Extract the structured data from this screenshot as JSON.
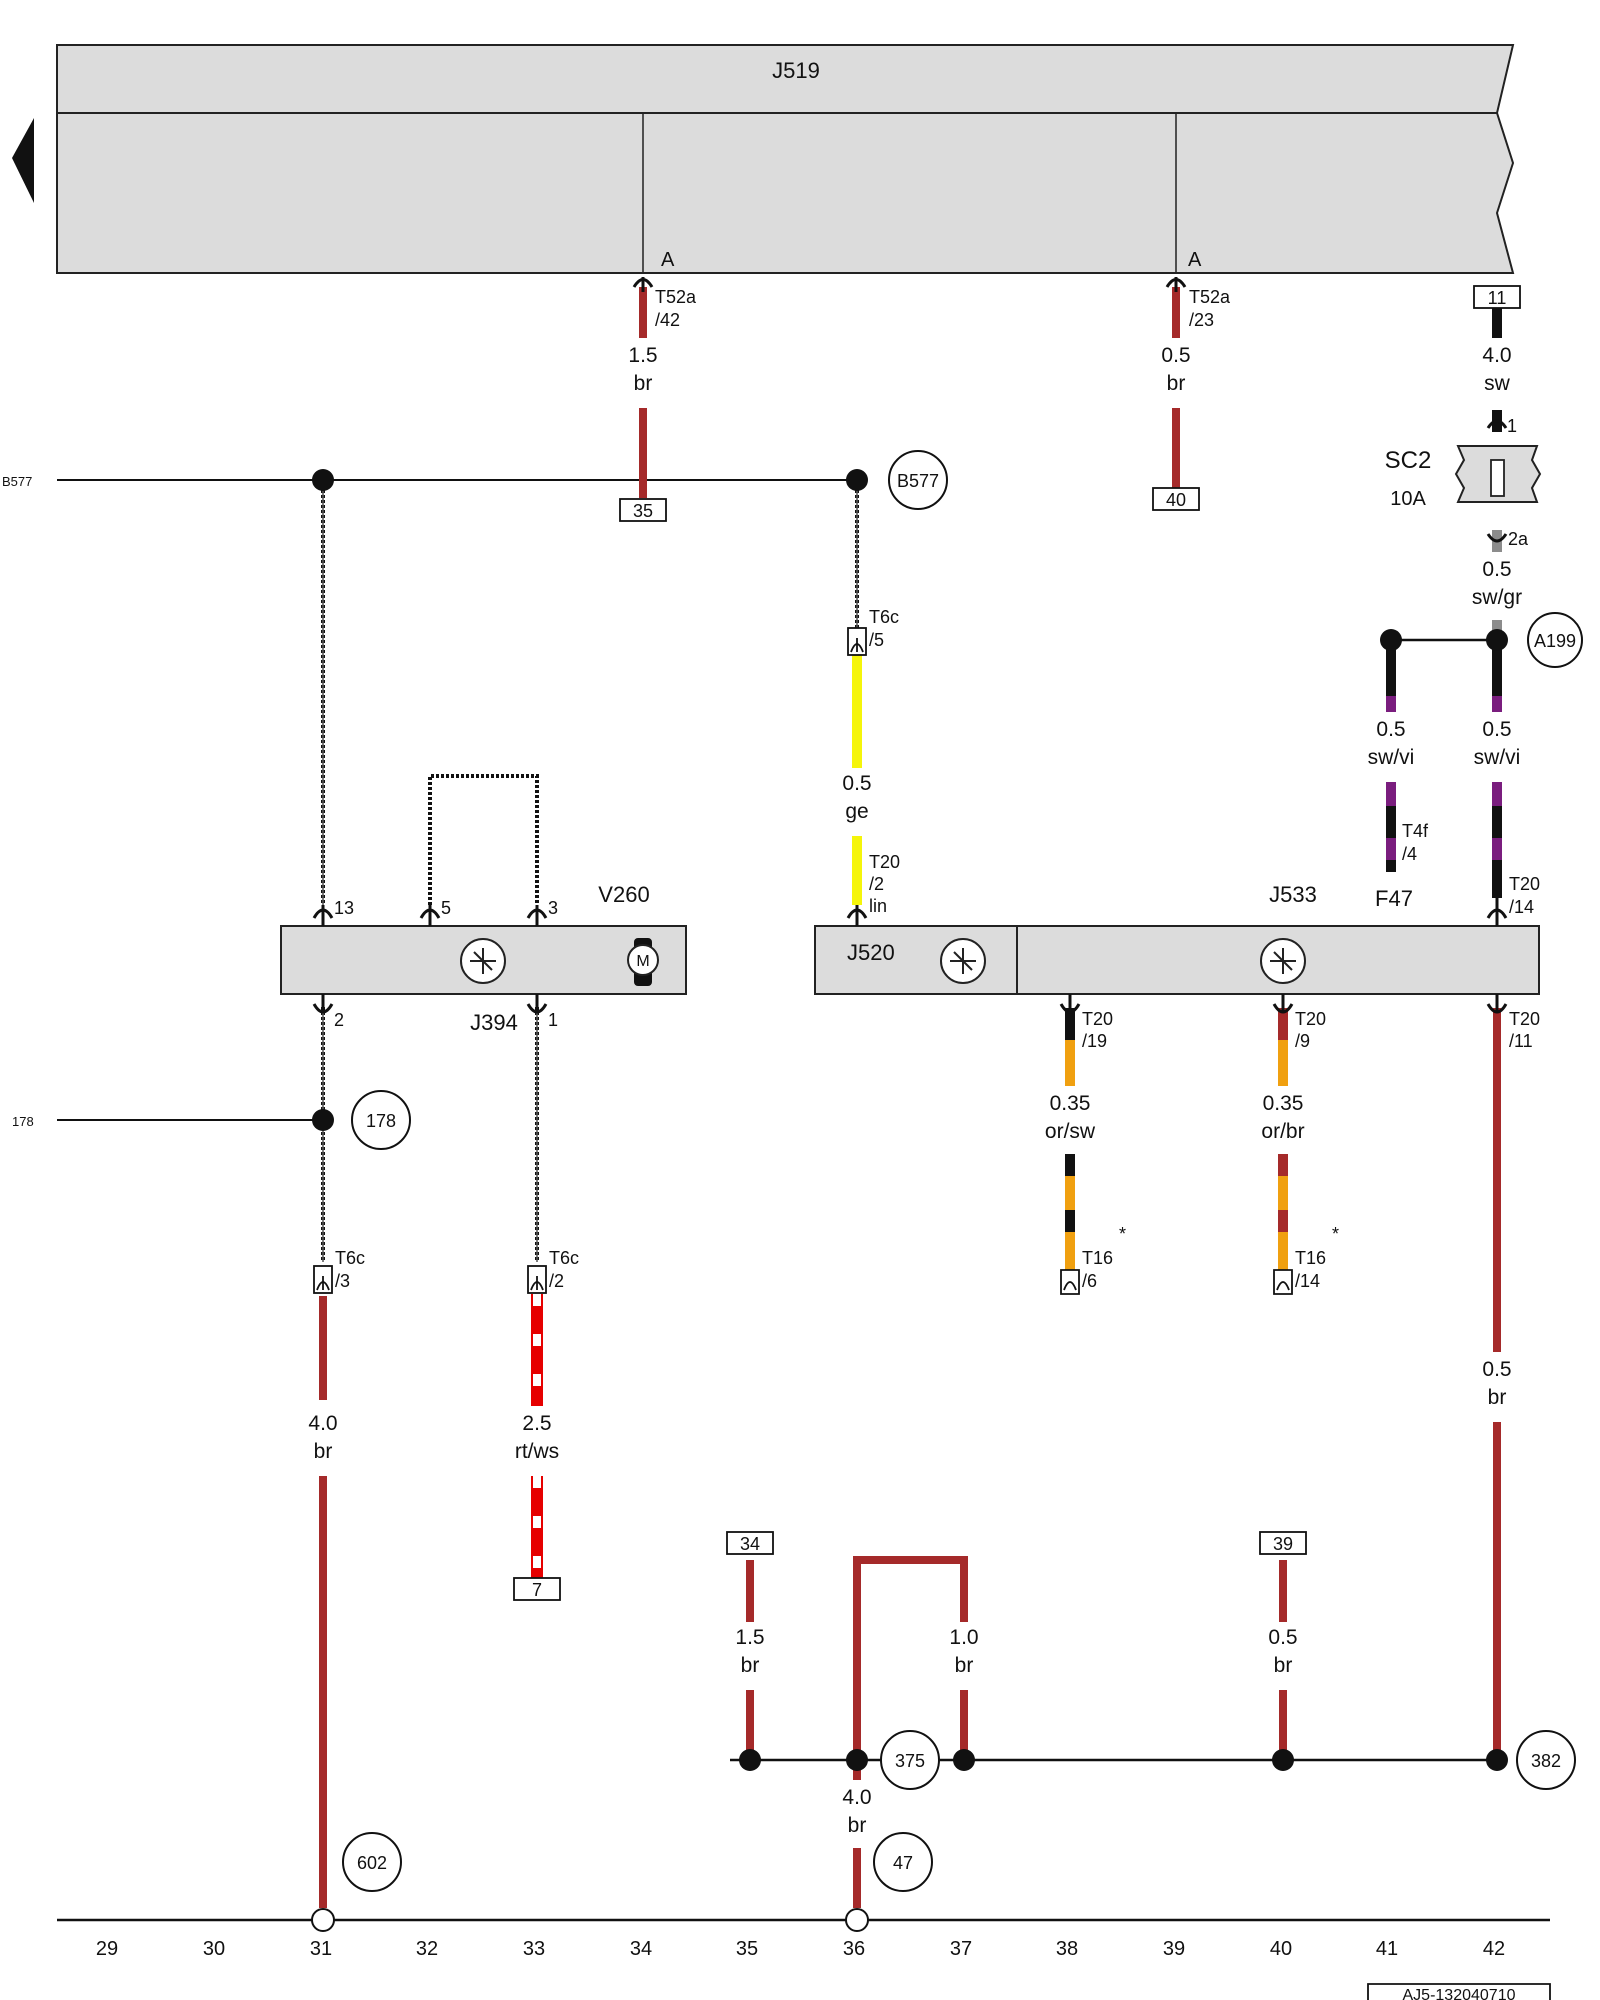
{
  "colors": {
    "br": "#a52a2a",
    "sw": "#111111",
    "gr": "#8c8c8c",
    "vi": "#7a1d7e",
    "ge": "#f5f50a",
    "or": "#f0a010",
    "rt": "#e60000",
    "ws": "#ffffff",
    "module_fill": "#dcdcdc"
  },
  "control_unit": {
    "name": "J519",
    "pin_a_label": "A"
  },
  "components": {
    "v260": "V260",
    "j394": "J394",
    "j520": "J520",
    "j533": "J533",
    "f47": "F47",
    "sc2": "SC2",
    "sc2_rating": "10A",
    "sc2_pin1": "1",
    "sc2_pin2a": "2a",
    "motor_symbol": "M"
  },
  "connectors": {
    "t52a_42": [
      "T52a",
      "/42"
    ],
    "t52a_23": [
      "T52a",
      "/23"
    ],
    "t6c_5": [
      "T6c",
      "/5"
    ],
    "t6c_3": [
      "T6c",
      "/3"
    ],
    "t6c_2": [
      "T6c",
      "/2"
    ],
    "t20_2": [
      "T20",
      "/2",
      "lin"
    ],
    "t20_14": [
      "T20",
      "/14"
    ],
    "t20_19": [
      "T20",
      "/19"
    ],
    "t20_9": [
      "T20",
      "/9"
    ],
    "t20_11": [
      "T20",
      "/11"
    ],
    "t4f_4": [
      "T4f",
      "/4"
    ],
    "t16_6": [
      "T16",
      "/6"
    ],
    "t16_14": [
      "T16",
      "/14"
    ],
    "asterisk": "*"
  },
  "pins": {
    "v260_13": "13",
    "v260_5": "5",
    "v260_3": "3",
    "j394_2": "2",
    "j394_1": "1"
  },
  "wires": {
    "w_34_top": [
      "1.5",
      "br"
    ],
    "w_39_top": [
      "0.5",
      "br"
    ],
    "w_42_top": [
      "4.0",
      "sw"
    ],
    "w_sc2_out": [
      "0.5",
      "sw/gr"
    ],
    "w_f47": [
      "0.5",
      "sw/vi"
    ],
    "w_j533_14": [
      "0.5",
      "sw/vi"
    ],
    "w_lin": [
      "0.5",
      "ge"
    ],
    "w_or_sw": [
      "0.35",
      "or/sw"
    ],
    "w_or_br": [
      "0.35",
      "or/br"
    ],
    "w_42_bottom": [
      "0.5",
      "br"
    ],
    "w_31": [
      "4.0",
      "br"
    ],
    "w_33": [
      "2.5",
      "rt/ws"
    ],
    "w_35": [
      "1.5",
      "br"
    ],
    "w_37": [
      "1.0",
      "br"
    ],
    "w_40": [
      "0.5",
      "br"
    ],
    "w_36": [
      "4.0",
      "br"
    ]
  },
  "references": {
    "ref_35": "35",
    "ref_40": "40",
    "ref_11": "11",
    "ref_7": "7",
    "ref_34": "34",
    "ref_39": "39"
  },
  "nodes": {
    "b577": "B577",
    "a199": "A199",
    "n178": "178",
    "n375": "375",
    "n382": "382",
    "n602": "602",
    "n47": "47"
  },
  "offpage": {
    "b577": "B577",
    "n178": "178"
  },
  "grid_numbers": [
    "29",
    "30",
    "31",
    "32",
    "33",
    "34",
    "35",
    "36",
    "37",
    "38",
    "39",
    "40",
    "41",
    "42"
  ],
  "doc_code": "AJ5-132040710"
}
